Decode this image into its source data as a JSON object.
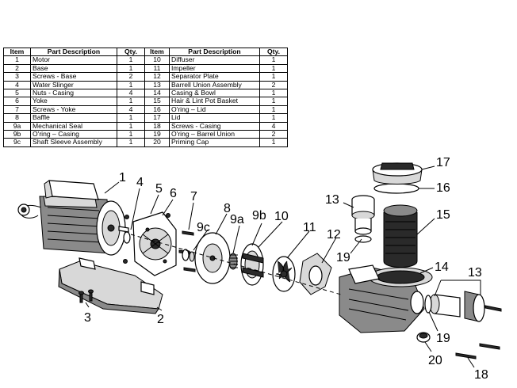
{
  "table": {
    "headers": [
      "Item",
      "Part Description",
      "Qty.",
      "Item",
      "Part Description",
      "Qty."
    ],
    "rows": [
      {
        "item": "1",
        "desc": "Motor",
        "qty": "1",
        "item2": "10",
        "desc2": "Diffuser",
        "qty2": "1"
      },
      {
        "item": "2",
        "desc": "Base",
        "qty": "1",
        "item2": "11",
        "desc2": "Impeller",
        "qty2": "1"
      },
      {
        "item": "3",
        "desc": "Screws - Base",
        "qty": "2",
        "item2": "12",
        "desc2": "Separator Plate",
        "qty2": "1"
      },
      {
        "item": "4",
        "desc": "Water Slinger",
        "qty": "1",
        "item2": "13",
        "desc2": "Barrell Union Assembly",
        "qty2": "2"
      },
      {
        "item": "5",
        "desc": "Nuts - Casing",
        "qty": "4",
        "item2": "14",
        "desc2": "Casing & Bowl",
        "qty2": "1"
      },
      {
        "item": "6",
        "desc": "Yoke",
        "qty": "1",
        "item2": "15",
        "desc2": "Hair & Lint Pot Basket",
        "qty2": "1"
      },
      {
        "item": "7",
        "desc": "Screws - Yoke",
        "qty": "4",
        "item2": "16",
        "desc2": "O'ring – Lid",
        "qty2": "1"
      },
      {
        "item": "8",
        "desc": "Baffle",
        "qty": "1",
        "item2": "17",
        "desc2": "Lid",
        "qty2": "1"
      },
      {
        "item": "9a",
        "desc": "Mechanical Seal",
        "qty": "1",
        "item2": "18",
        "desc2": "Screws - Casing",
        "qty2": "4"
      },
      {
        "item": "9b",
        "desc": "O'ring – Casing",
        "qty": "1",
        "item2": "19",
        "desc2": "O'ring – Barrel Union",
        "qty2": "2"
      },
      {
        "item": "9c",
        "desc": "Shaft Sleeve Assembly",
        "qty": "1",
        "item2": "20",
        "desc2": "Priming Cap",
        "qty2": "1"
      }
    ]
  },
  "callouts": {
    "c1": "1",
    "c2": "2",
    "c3": "3",
    "c4": "4",
    "c5": "5",
    "c6": "6",
    "c7": "7",
    "c8": "8",
    "c9a": "9a",
    "c9b": "9b",
    "c9c": "9c",
    "c10": "10",
    "c11": "11",
    "c12": "12",
    "c13a": "13",
    "c13b": "13",
    "c14": "14",
    "c15": "15",
    "c16": "16",
    "c17": "17",
    "c18": "18",
    "c19a": "19",
    "c19b": "19",
    "c20": "20"
  }
}
